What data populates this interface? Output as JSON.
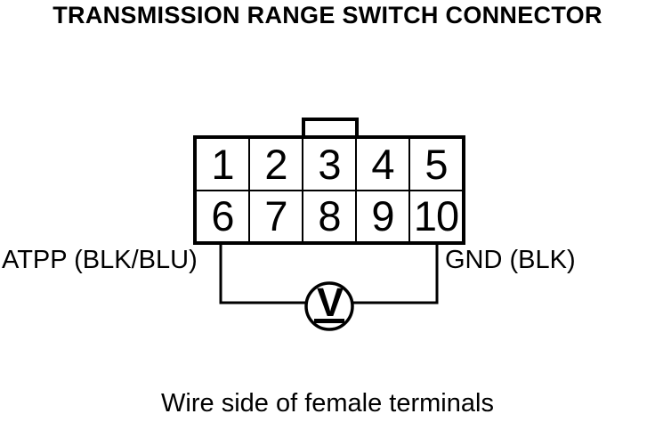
{
  "title": "TRANSMISSION RANGE SWITCH CONNECTOR",
  "connector": {
    "pins": [
      "1",
      "2",
      "3",
      "4",
      "5",
      "6",
      "7",
      "8",
      "9",
      "10"
    ]
  },
  "wire_labels": {
    "left": "ATPP (BLK/BLU)",
    "right": "GND (BLK)"
  },
  "meter": {
    "symbol": "V"
  },
  "caption": "Wire side of female terminals",
  "colors": {
    "line": "#000000",
    "background": "#ffffff"
  }
}
